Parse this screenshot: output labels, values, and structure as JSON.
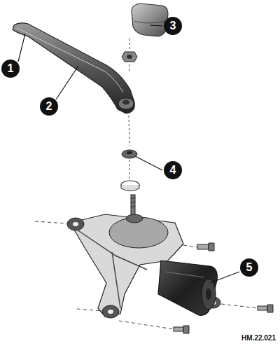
{
  "diagram": {
    "labels": [
      "1",
      "2",
      "3",
      "4",
      "5",
      "HM.22.021"
    ]
  }
}
